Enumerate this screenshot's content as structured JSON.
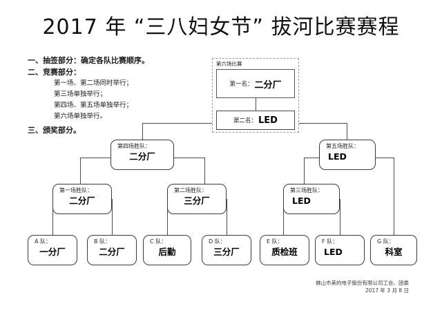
{
  "page": {
    "title": "2017 年 “三八妇女节” 拔河比赛赛程"
  },
  "notes": {
    "item1": "一、抽签部分：确定各队比赛顺序。",
    "item2": "二、竞赛部分：",
    "sub1": "第一场、第二场同时举行；",
    "sub2": "第三场单独举行；",
    "sub3": "第四场、第五场单独举行；",
    "sub4": "第六场单独举行。",
    "item3": "三、颁奖部分。"
  },
  "final": {
    "label": "第六场比赛",
    "first": {
      "rank": "第一名：",
      "team": "二分厂"
    },
    "second": {
      "rank": "第二名：",
      "team": "LED"
    }
  },
  "round_semi": [
    {
      "caption": "第四场胜队：",
      "team": "二分厂"
    },
    {
      "caption": "第五场胜队：",
      "team": "LED"
    }
  ],
  "round_quarter": [
    {
      "caption": "第一场胜队：",
      "team": "二分厂"
    },
    {
      "caption": "第二场胜队：",
      "team": "三分厂"
    },
    {
      "caption": "第三场胜队：",
      "team": "LED"
    }
  ],
  "teams": [
    {
      "caption": "A 队：",
      "team": "一分厂"
    },
    {
      "caption": "B 队：",
      "team": "二分厂"
    },
    {
      "caption": "C 队：",
      "team": "后勤"
    },
    {
      "caption": "D 队：",
      "team": "三分厂"
    },
    {
      "caption": "E 队：",
      "team": "质检班"
    },
    {
      "caption": "F 队：",
      "team": "LED"
    },
    {
      "caption": "G 队：",
      "team": "科室"
    }
  ],
  "footer": {
    "org": "佛山市美的电子股份有限公司工会、团委",
    "date": "2017 年 3 月 8 日"
  },
  "colors": {
    "text": "#111111",
    "line": "#4a4a4a",
    "dashed": "#9a9a9a"
  }
}
